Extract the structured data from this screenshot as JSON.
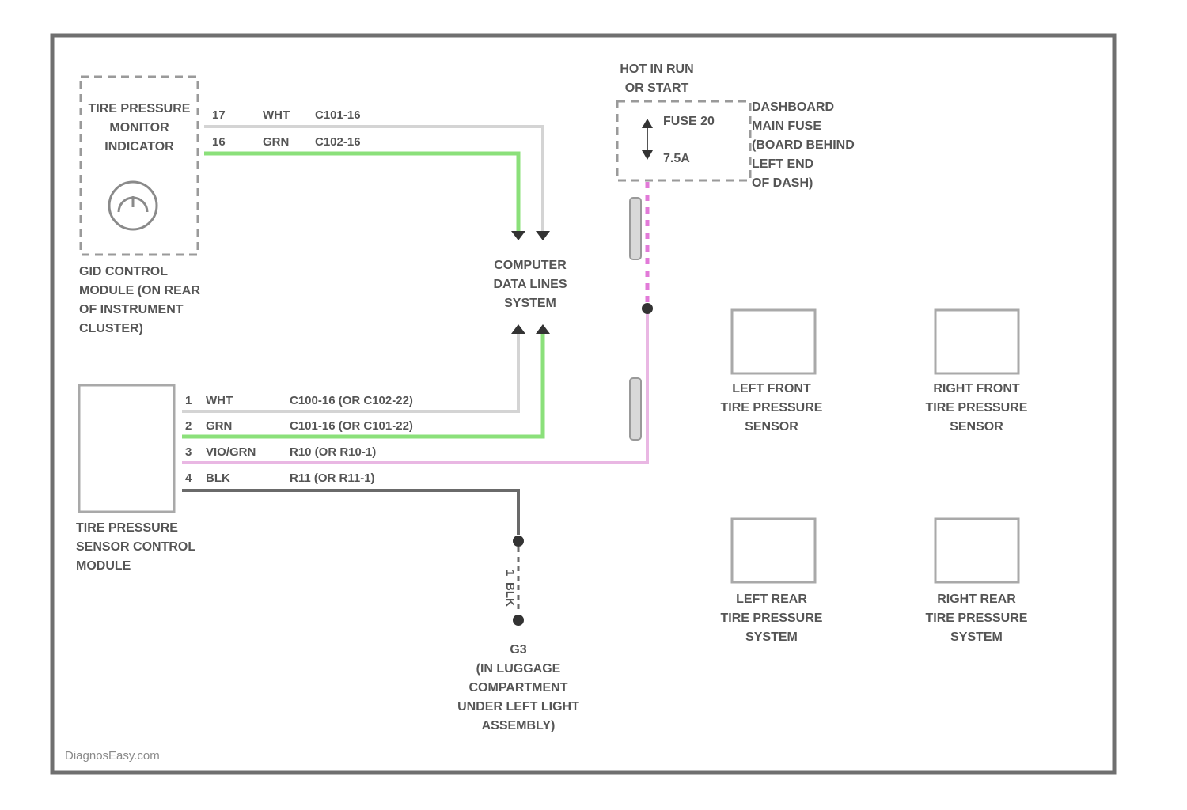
{
  "tpm_indicator": {
    "label_lines": [
      "TIRE PRESSURE",
      "MONITOR",
      "INDICATOR"
    ],
    "module_lines": [
      "GID CONTROL",
      "MODULE (ON REAR",
      "OF INSTRUMENT",
      "CLUSTER)"
    ],
    "pins": [
      {
        "pin": "17",
        "color": "WHT",
        "connector": "C101-16"
      },
      {
        "pin": "16",
        "color": "GRN",
        "connector": "C102-16"
      }
    ]
  },
  "computer_data_lines": {
    "label_lines": [
      "COMPUTER",
      "DATA LINES",
      "SYSTEM"
    ]
  },
  "power": {
    "hot_lines": [
      "HOT IN RUN",
      "OR START"
    ],
    "fuse_name": "FUSE 20",
    "fuse_rating": "7.5A",
    "fuse_box_lines": [
      "DASHBOARD",
      "MAIN FUSE",
      "(BOARD BEHIND",
      "LEFT END",
      "OF DASH)"
    ]
  },
  "sensor_module": {
    "label_lines": [
      "TIRE PRESSURE",
      "SENSOR CONTROL",
      "MODULE"
    ],
    "pins": [
      {
        "pin": "1",
        "color": "WHT",
        "connector": "C100-16 (OR C102-22)"
      },
      {
        "pin": "2",
        "color": "GRN",
        "connector": "C101-16 (OR C101-22)"
      },
      {
        "pin": "3",
        "color": "VIO/GRN",
        "connector": "R10 (OR R10-1)"
      },
      {
        "pin": "4",
        "color": "BLK",
        "connector": "R11 (OR R11-1)"
      }
    ]
  },
  "ground": {
    "wire_label": "BLK",
    "wire_pin": "1",
    "ground_id": "G3",
    "location_lines": [
      "(IN LUGGAGE",
      "COMPARTMENT",
      "UNDER LEFT LIGHT",
      "ASSEMBLY)"
    ]
  },
  "sensors": [
    {
      "lines": [
        "LEFT FRONT",
        "TIRE PRESSURE",
        "SENSOR"
      ]
    },
    {
      "lines": [
        "RIGHT FRONT",
        "TIRE PRESSURE",
        "SENSOR"
      ]
    },
    {
      "lines": [
        "LEFT REAR",
        "TIRE PRESSURE",
        "SYSTEM"
      ]
    },
    {
      "lines": [
        "RIGHT REAR",
        "TIRE PRESSURE",
        "SYSTEM"
      ]
    }
  ],
  "watermark": "DiagnosEasy.com",
  "colors": {
    "green_wire": "#8be07a",
    "pink_wire": "#e9b7e3",
    "white_wire": "#d4d4d4",
    "black_wire": "#6a6a6a"
  }
}
